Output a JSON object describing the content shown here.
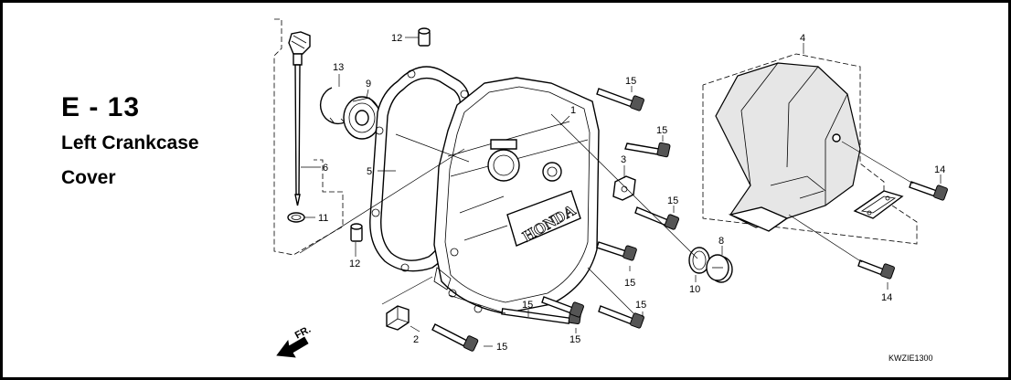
{
  "section": {
    "code": "E - 13",
    "name_line1": "Left Crankcase",
    "name_line2": "Cover"
  },
  "diagram_code": "KWZIE1300",
  "direction_label": "FR.",
  "brand_text": "HONDA",
  "callouts": {
    "c1": "1",
    "c2": "2",
    "c3": "3",
    "c4": "4",
    "c5": "5",
    "c6": "6",
    "c8": "8",
    "c9": "9",
    "c10": "10",
    "c11": "11",
    "c12a": "12",
    "c12b": "12",
    "c13": "13",
    "c14a": "14",
    "c14b": "14",
    "c15a": "15",
    "c15b": "15",
    "c15c": "15",
    "c15d": "15",
    "c15e": "15",
    "c15f": "15",
    "c15g": "15",
    "c15h": "15"
  }
}
